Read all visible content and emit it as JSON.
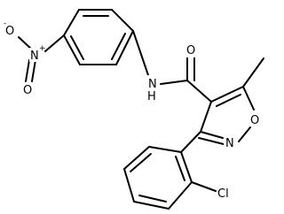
{
  "molecule": {
    "atoms": {
      "oxide": "O",
      "oxide_charge": "-",
      "nitro_n": "N",
      "nitro_n_charge": "+",
      "nitro_o": "O",
      "amide_n": "N",
      "amide_h": "H",
      "carbonyl_o": "O",
      "ring_o": "O",
      "ring_n": "N",
      "chlorine": "Cl"
    }
  }
}
